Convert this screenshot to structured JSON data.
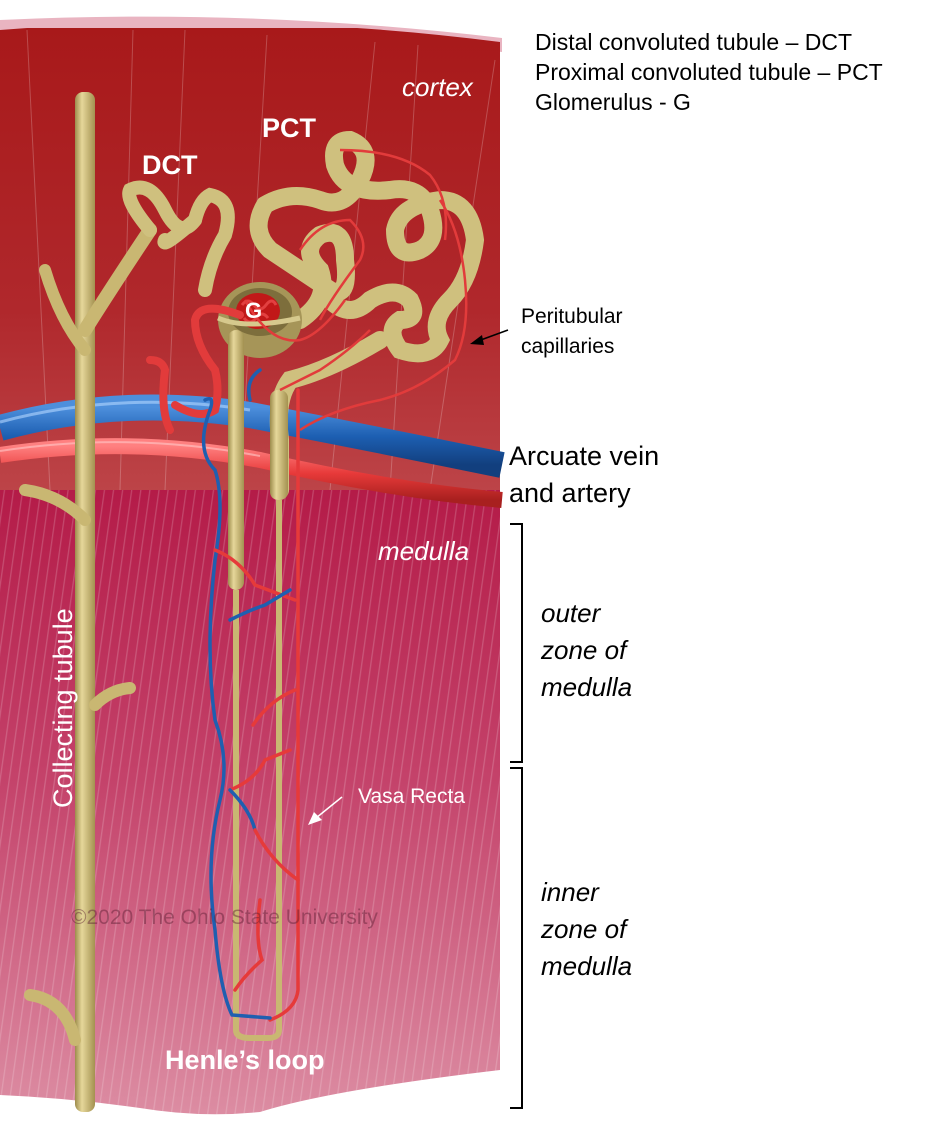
{
  "legend": {
    "items": [
      "Distal convoluted tubule – DCT",
      "Proximal convoluted tubule – PCT",
      "Glomerulus - G"
    ]
  },
  "regions": {
    "cortex": "cortex",
    "medulla": "medulla"
  },
  "structure_labels": {
    "dct": "DCT",
    "pct": "PCT",
    "glomerulus": "G",
    "collecting_tubule": "Collecting tubule",
    "henles_loop": "Henle’s loop",
    "vasa_recta": "Vasa Recta"
  },
  "external_labels": {
    "peritubular_line1": "Peritubular",
    "peritubular_line2": "capillaries",
    "arcuate_line1": "Arcuate vein",
    "arcuate_line2": "and artery"
  },
  "zones": {
    "outer": [
      "outer",
      "zone of",
      "medulla"
    ],
    "inner": [
      "inner",
      "zone of",
      "medulla"
    ]
  },
  "watermark": "©2020 The Ohio State University",
  "colors": {
    "cortex": "#a8191a",
    "cortex_lower": "#b83c43",
    "medulla_top": "#b01c48",
    "medulla_bottom": "#d88aa0",
    "tubule": "#c9b772",
    "vein": "#1f5fb0",
    "artery": "#e83a3a",
    "capsule_top": "#e9b4c1"
  }
}
